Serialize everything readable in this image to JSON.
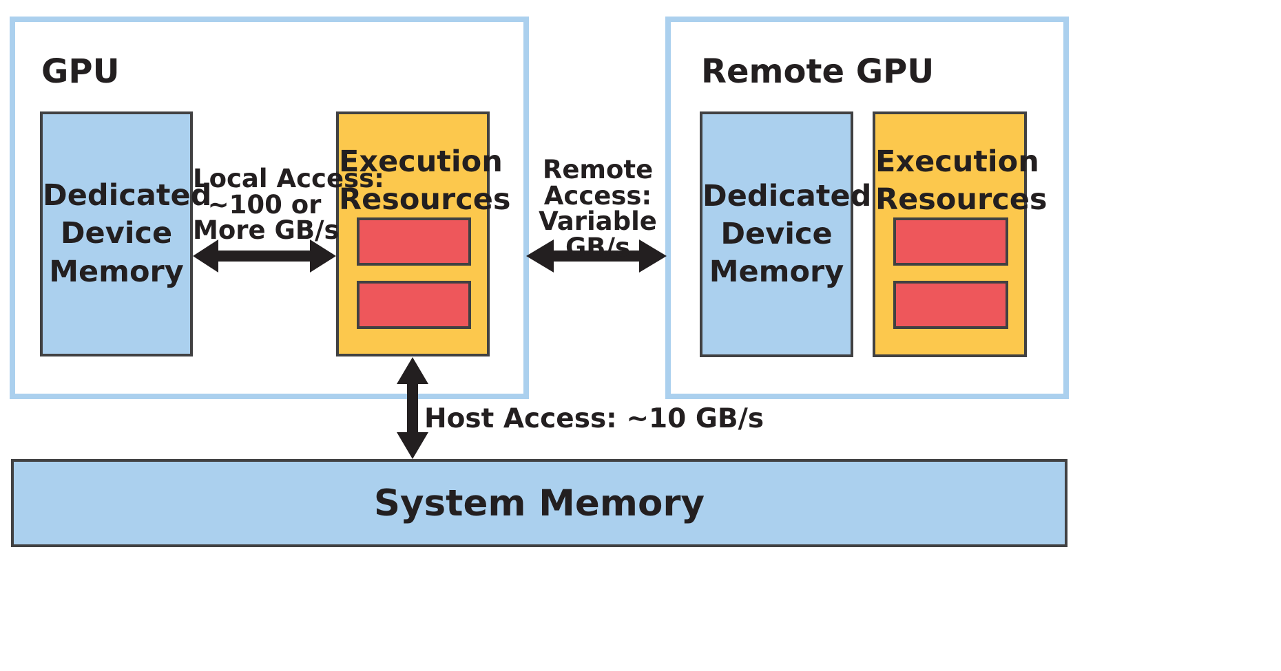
{
  "gpu": {
    "title": "GPU",
    "memory_lines": [
      "Dedicated",
      "Device",
      "Memory"
    ],
    "execution_lines": [
      "Execution",
      "Resources"
    ]
  },
  "remote_gpu": {
    "title": "Remote GPU",
    "memory_lines": [
      "Dedicated",
      "Device",
      "Memory"
    ],
    "execution_lines": [
      "Execution",
      "Resources"
    ]
  },
  "local_access": {
    "lines": [
      "Local Access:",
      "~100 or",
      "More GB/s"
    ]
  },
  "remote_access": {
    "lines": [
      "Remote",
      "Access:",
      "Variable",
      "GB/s"
    ]
  },
  "host_access": {
    "label": "Host Access: ~10 GB/s"
  },
  "system_memory": {
    "label": "System Memory"
  },
  "colors": {
    "frame_border": "#abd0ee",
    "memory_fill": "#abd0ee",
    "execution_fill": "#fcc84d",
    "unit_fill": "#ee575b",
    "box_border": "#414142",
    "arrow": "#231f20"
  }
}
